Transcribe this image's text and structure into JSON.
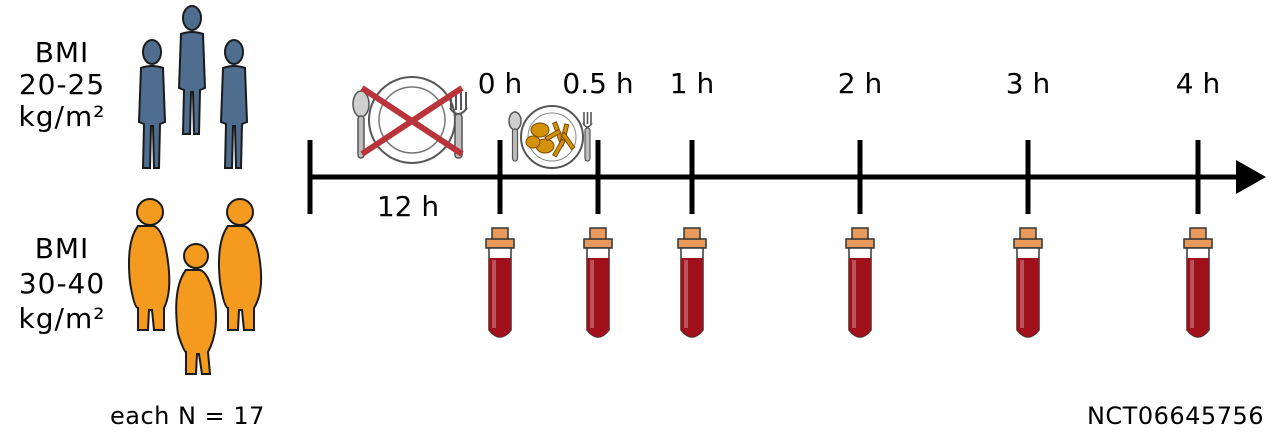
{
  "groups": [
    {
      "label_lines": [
        "BMI",
        "20-25",
        "kg/m²"
      ],
      "color": "#4f6e8f"
    },
    {
      "label_lines": [
        "BMI",
        "30-40",
        "kg/m²"
      ],
      "color": "#f49a1f"
    }
  ],
  "fasting_label": "12 h",
  "timepoints": [
    "0 h",
    "0.5 h",
    "1 h",
    "2 h",
    "3 h",
    "4 h"
  ],
  "footer": {
    "sample_size": "each N = 17",
    "trial_id": "NCT06645756"
  },
  "colors": {
    "axis": "#000000",
    "tube_cap": "#e89a5c",
    "tube_blood": "#a0101a",
    "cross": "#b8333a",
    "food": "#d4920a"
  },
  "icons": {
    "lean_people": "person-icon",
    "obese_people": "person-icon",
    "fasting": "crossed-plate-icon",
    "meal": "meal-plate-icon",
    "sample": "blood-tube-icon"
  }
}
